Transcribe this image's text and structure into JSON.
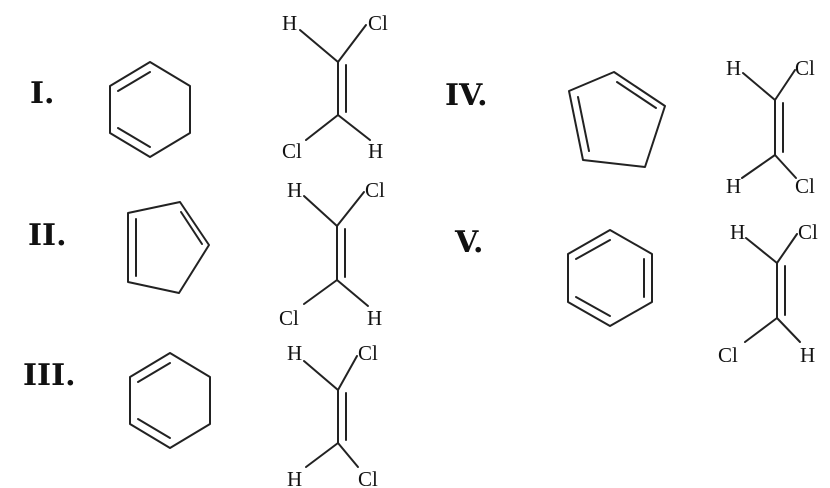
{
  "options": [
    {
      "label": "I.",
      "ring": "cyclohexadiene",
      "alkene": {
        "top_left": "H",
        "top_right": "Cl",
        "bottom_left": "Cl",
        "bottom_right": "H"
      }
    },
    {
      "label": "II.",
      "ring": "cyclopentadiene",
      "alkene": {
        "top_left": "H",
        "top_right": "Cl",
        "bottom_left": "Cl",
        "bottom_right": "H"
      }
    },
    {
      "label": "III.",
      "ring": "cyclohexadiene",
      "alkene": {
        "top_left": "H",
        "top_right": "Cl",
        "bottom_left": "H",
        "bottom_right": "Cl"
      }
    },
    {
      "label": "IV.",
      "ring": "cyclopentadiene",
      "alkene": {
        "top_left": "H",
        "top_right": "Cl",
        "bottom_left": "H",
        "bottom_right": "Cl"
      }
    },
    {
      "label": "V.",
      "ring": "benzene",
      "alkene": {
        "top_left": "H",
        "top_right": "Cl",
        "bottom_left": "Cl",
        "bottom_right": "H"
      }
    }
  ]
}
